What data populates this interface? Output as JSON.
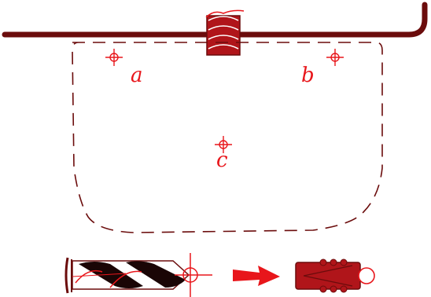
{
  "figure": {
    "points": [
      {
        "label": "a"
      },
      {
        "label": "b"
      },
      {
        "label": "c"
      }
    ],
    "colors": {
      "mark": "#e8161b",
      "outline": "#6b0c0c",
      "anchor_body": "#b0151a"
    },
    "icons": [
      "wall-shelf-edge",
      "wall-anchor-icon",
      "drill-bit-icon",
      "arrow-right-icon",
      "drilling-template-outline"
    ]
  }
}
